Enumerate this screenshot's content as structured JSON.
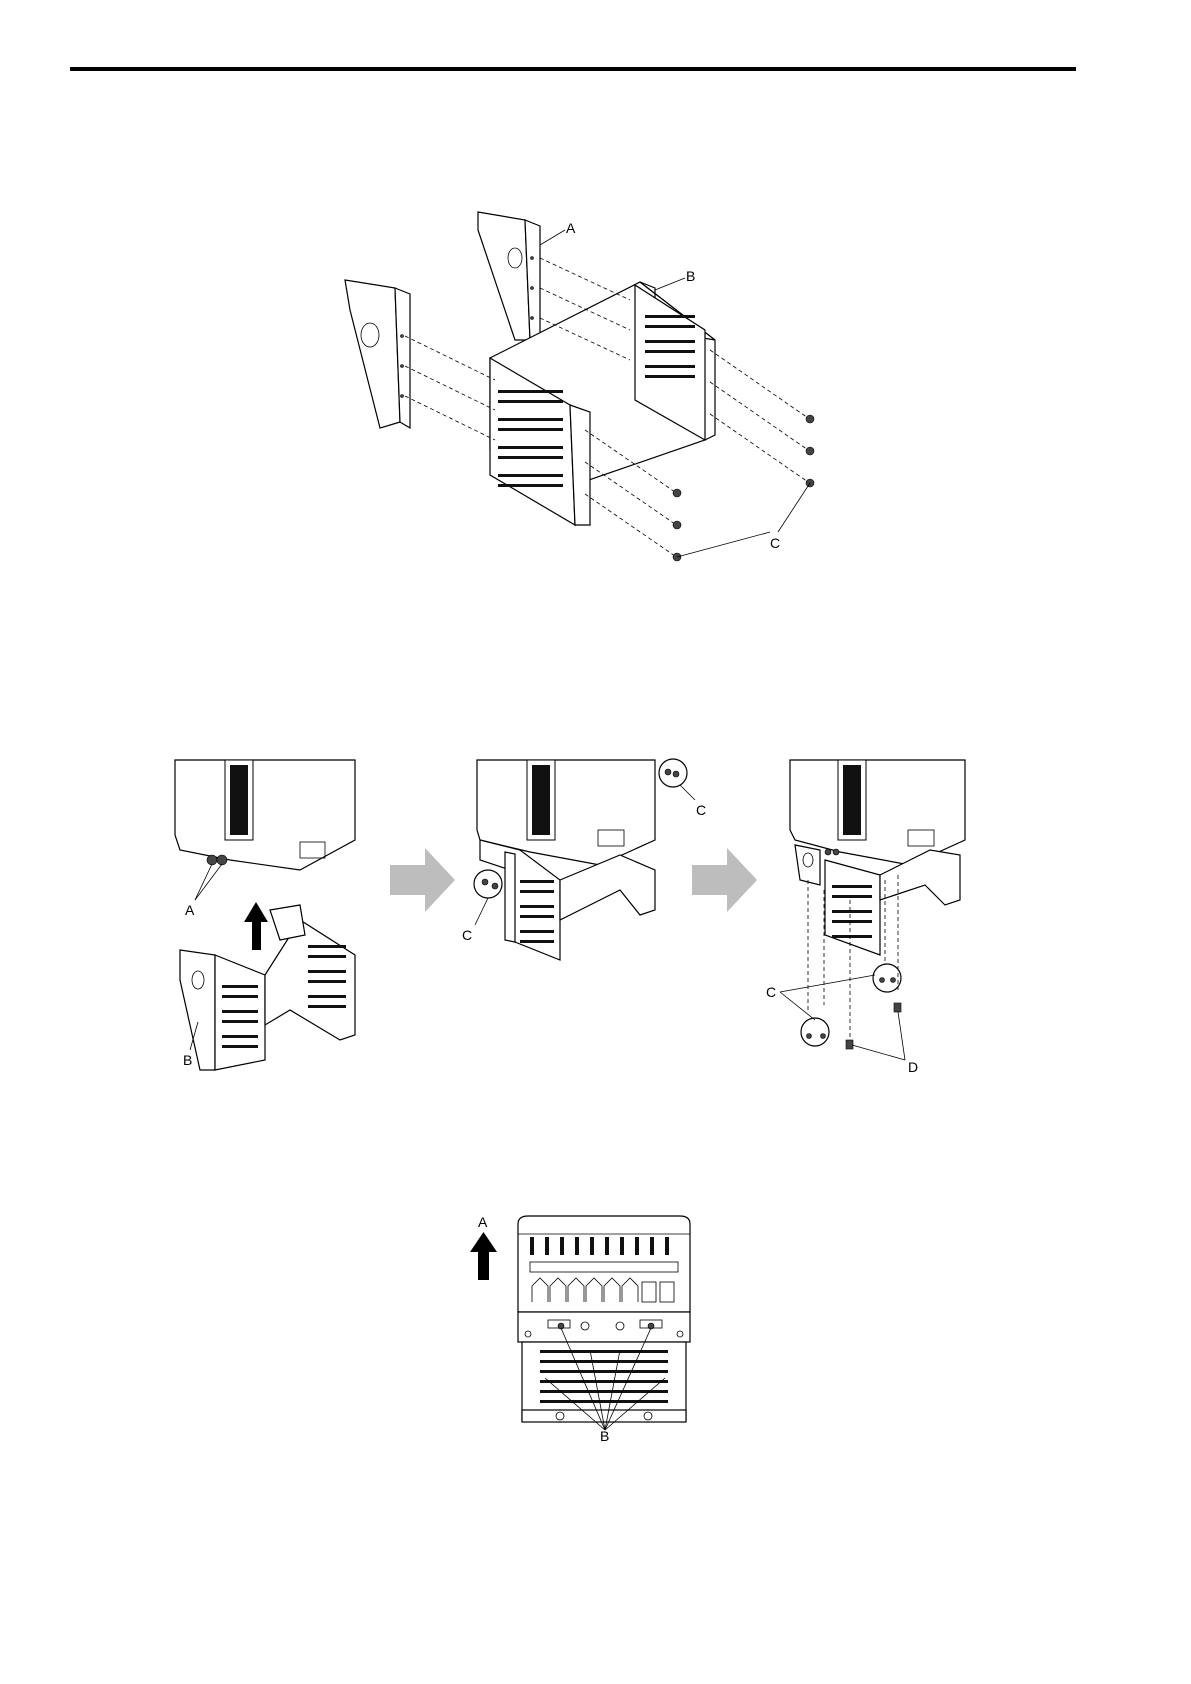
{
  "figure1": {
    "labels": {
      "a": "A",
      "b": "B",
      "c": "C"
    }
  },
  "figure2": {
    "step1": {
      "labels": {
        "a": "A",
        "b": "B"
      }
    },
    "step2": {
      "labels": {
        "c_top": "C",
        "c_bottom": "C"
      }
    },
    "step3": {
      "labels": {
        "c": "C",
        "d": "D"
      }
    }
  },
  "figure3": {
    "labels": {
      "a": "A",
      "b": "B"
    }
  },
  "icons": [
    "up-arrow-icon",
    "right-arrow-icon"
  ],
  "colors": {
    "arrow": "#bdbdbd",
    "line": "#000000"
  }
}
